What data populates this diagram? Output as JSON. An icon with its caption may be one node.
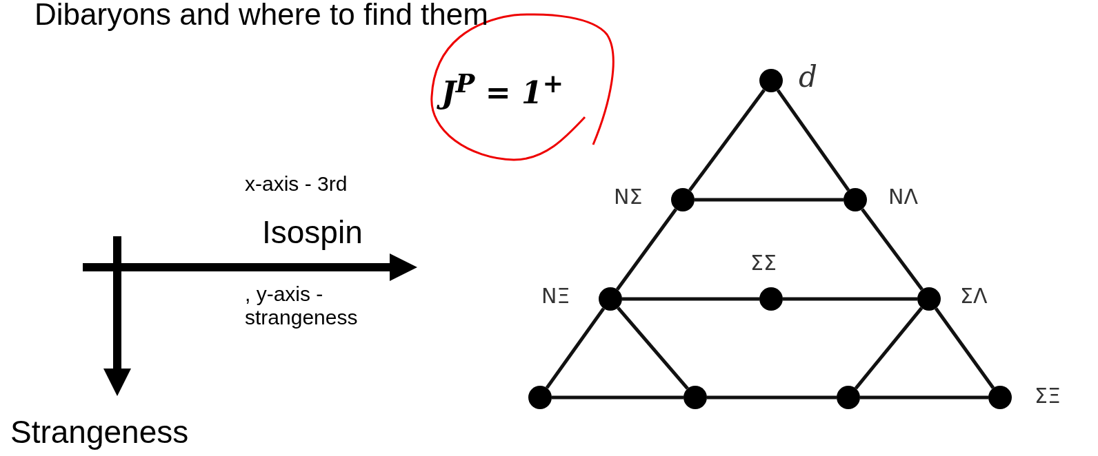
{
  "diagram": {
    "title": "Dibaryons and where to find them",
    "nodes": [
      {
        "text": [],
        "shape": "circle",
        "beside": [
          "d"
        ]
      },
      {
        "text": [],
        "shape": "circle",
        "beside": [
          "NΣ"
        ]
      },
      {
        "text": [],
        "shape": "circle",
        "beside": [
          "NΛ"
        ]
      },
      {
        "text": [],
        "shape": "circle",
        "beside": [
          "NΞ"
        ]
      },
      {
        "text": [],
        "shape": "circle",
        "beside": [
          "ΣΣ"
        ]
      },
      {
        "text": [],
        "shape": "circle",
        "beside": [
          "ΣΛ"
        ]
      },
      {
        "text": [],
        "shape": "circle"
      },
      {
        "text": [],
        "shape": "circle"
      },
      {
        "text": [],
        "shape": "circle"
      },
      {
        "text": [],
        "shape": "circle",
        "beside": [
          "ΣΞ"
        ]
      }
    ],
    "edges": [
      {
        "from": 0,
        "to": 1,
        "arrow": "none"
      },
      {
        "from": 0,
        "to": 2,
        "arrow": "none"
      },
      {
        "from": 1,
        "to": 2,
        "arrow": "none"
      },
      {
        "from": 1,
        "to": 3,
        "arrow": "none"
      },
      {
        "from": 2,
        "to": 5,
        "arrow": "none"
      },
      {
        "from": 3,
        "to": 4,
        "arrow": "none"
      },
      {
        "from": 4,
        "to": 5,
        "arrow": "none"
      },
      {
        "from": 3,
        "to": 6,
        "arrow": "none"
      },
      {
        "from": 3,
        "to": 7,
        "arrow": "none"
      },
      {
        "from": 5,
        "to": 8,
        "arrow": "none"
      },
      {
        "from": 5,
        "to": 9,
        "arrow": "none"
      },
      {
        "from": 6,
        "to": 7,
        "arrow": "none"
      },
      {
        "from": 7,
        "to": 8,
        "arrow": "none"
      },
      {
        "from": 8,
        "to": 9,
        "arrow": "none"
      }
    ],
    "labels": [
      "J$^{P}$ = 1$^{+}$",
      "x-axis - 3rd",
      "Isospin",
      ", y-axis - strangeness",
      "Strangeness"
    ]
  }
}
